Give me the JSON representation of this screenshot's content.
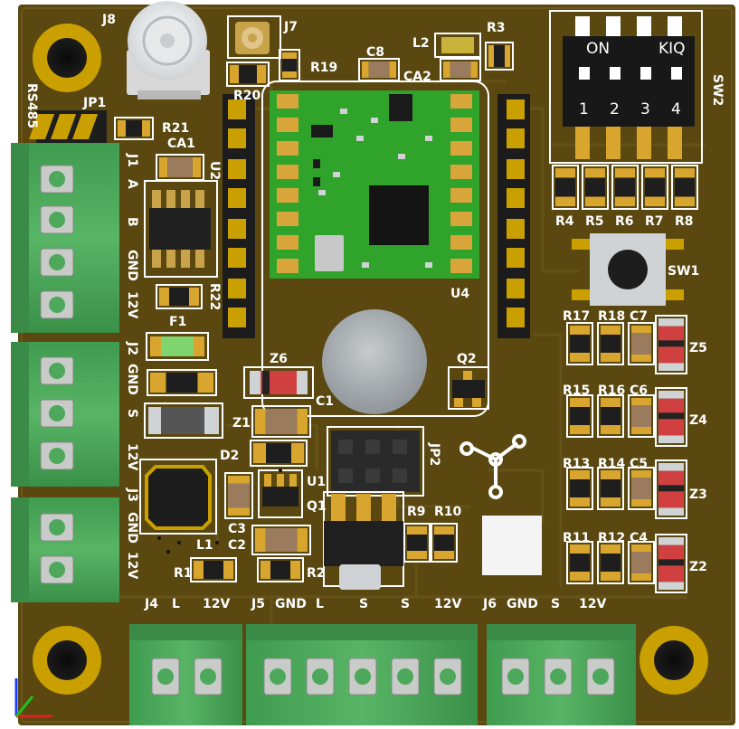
{
  "board": {
    "colors": {
      "pcb": "#5a4810",
      "pcb_edge": "#6a561c",
      "silkscreen": "#ffffff",
      "copper": "#caa000",
      "terminal_green": "#44a555",
      "module_green": "#2fa32a",
      "dip_body": "#1a1a1a"
    },
    "labels": {
      "J8": "J8",
      "J7": "J7",
      "R19": "R19",
      "C8": "C8",
      "L2": "L2",
      "R3": "R3",
      "CA2": "CA2",
      "R20": "R20",
      "RS485": "RS485",
      "JP1": "JP1",
      "R21": "R21",
      "CA1": "CA1",
      "U2": "U2",
      "J1": "J1",
      "A": "A",
      "B": "B",
      "GND1": "GND",
      "V12_1": "12V",
      "R22": "R22",
      "F1": "F1",
      "J2": "J2",
      "GND2": "GND",
      "S2": "S",
      "V12_2": "12V",
      "J3": "J3",
      "GND3": "GND",
      "V12_3": "12V",
      "Z6": "Z6",
      "C1": "C1",
      "Z1": "Z1",
      "D2": "D2",
      "U1": "U1",
      "Q1": "Q1",
      "C3": "C3",
      "C2": "C2",
      "L1": "L1",
      "R1": "R1",
      "R2": "R2",
      "JP2": "JP2",
      "Q2": "Q2",
      "R9": "R9",
      "R10": "R10",
      "U4": "U4",
      "SW2": "SW2",
      "ON": "ON",
      "KIQ": "KIQ",
      "D1": "1",
      "D2n": "2",
      "D3": "3",
      "D4": "4",
      "R4": "R4",
      "R5": "R5",
      "R6": "R6",
      "R7": "R7",
      "R8": "R8",
      "SW1": "SW1",
      "R17": "R17",
      "R18": "R18",
      "C7": "C7",
      "Z5": "Z5",
      "R15": "R15",
      "R16": "R16",
      "C6": "C6",
      "Z4": "Z4",
      "R13": "R13",
      "R14": "R14",
      "C5": "C5",
      "Z3": "Z3",
      "R11": "R11",
      "R12": "R12",
      "C4": "C4",
      "Z2": "Z2",
      "J4": "J4",
      "J4L": "L",
      "J4V": "12V",
      "J5": "J5",
      "J5G": "GND",
      "J5L": "L",
      "J5S1": "S",
      "J5S2": "S",
      "J5V": "12V",
      "J6": "J6",
      "J6G": "GND",
      "J6S": "S",
      "J6V": "12V"
    }
  }
}
